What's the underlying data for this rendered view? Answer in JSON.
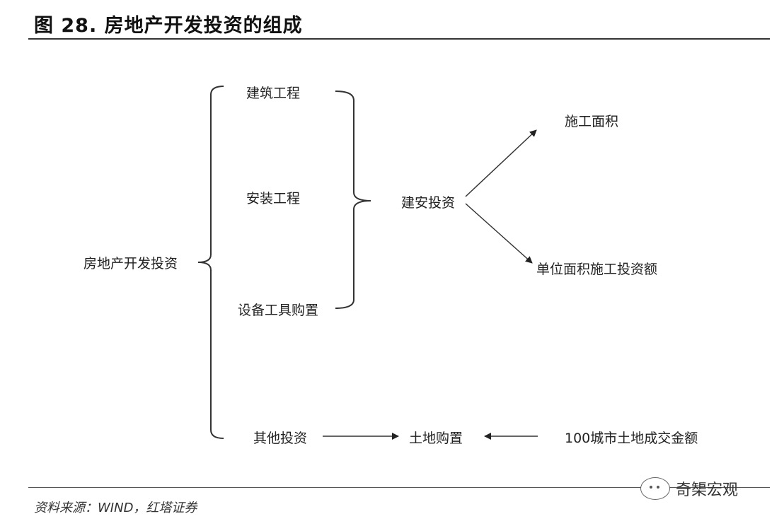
{
  "header": {
    "title": "图 28. 房地产开发投资的组成"
  },
  "diagram": {
    "root": "房地产开发投资",
    "construction_items": [
      "建筑工程",
      "安装工程",
      "设备工具购置"
    ],
    "construction_group": "建安投资",
    "construction_drivers": [
      "施工面积",
      "单位面积施工投资额"
    ],
    "other": "其他投资",
    "land": "土地购置",
    "land_driver": "100城市土地成交金额"
  },
  "footer": {
    "source": "资料来源：WIND，红塔证券",
    "watermark": "奇榘宏观"
  }
}
